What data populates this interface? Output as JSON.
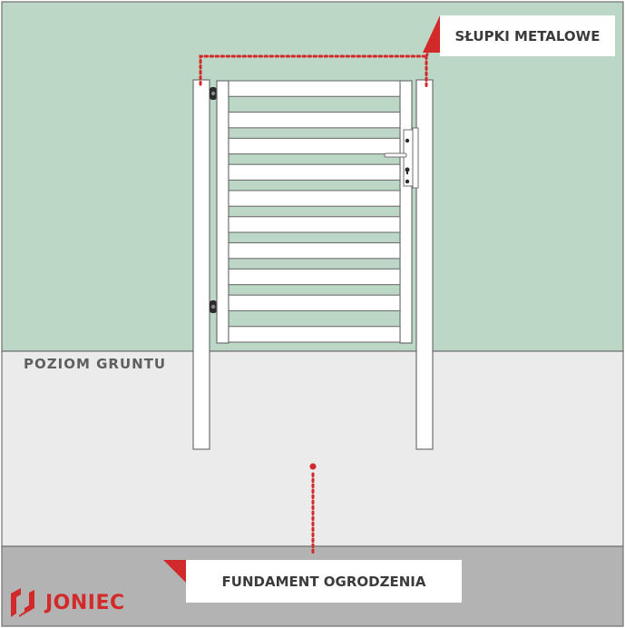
{
  "labels": {
    "posts": "SŁUPKI METALOWE",
    "ground_level": "POZIOM GRUNTU",
    "foundation": "FUNDAMENT OGRODZENIA"
  },
  "brand": {
    "name": "JONIEC",
    "logo_icon": "joniec-logo-icon"
  },
  "gate": {
    "slat_count": 10
  },
  "colors": {
    "wall": "#bcd7c6",
    "ground": "#ebebeb",
    "foundation": "#b3b3b3",
    "accent": "#d22a2a",
    "white": "#ffffff",
    "outline": "#6f6f6f"
  }
}
